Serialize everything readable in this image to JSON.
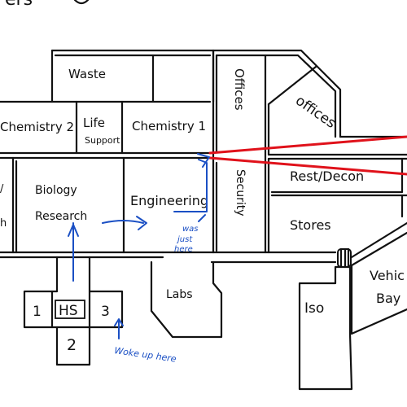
{
  "title_fragment": "ers",
  "rooms": {
    "waste": "Waste",
    "offices_vertical": "Offices",
    "offices_diag": "offices",
    "chemistry_2": "Chemistry 2",
    "life_support_1": "Life",
    "life_support_2": "Support",
    "chemistry_1": "Chemistry 1",
    "biology_1": "Biology",
    "biology_2": "Research",
    "engineering": "Engineering",
    "security": "Security",
    "rest_decon": "Rest/Decon",
    "stores": "Stores",
    "labs": "Labs",
    "iso": "Iso",
    "vehicle_1": "Vehic",
    "vehicle_2": "Bay",
    "hs": "HS",
    "cell_1": "1",
    "cell_2": "2",
    "cell_3": "3",
    "left_edge_1": "/",
    "left_edge_2": "h"
  },
  "notes": {
    "was_1": "was",
    "was_2": "just",
    "was_3": "here",
    "woke": "Woke up here"
  },
  "colors": {
    "ink": "#111111",
    "annotation_blue": "#1a4fc4",
    "laser_red": "#e0121b"
  }
}
